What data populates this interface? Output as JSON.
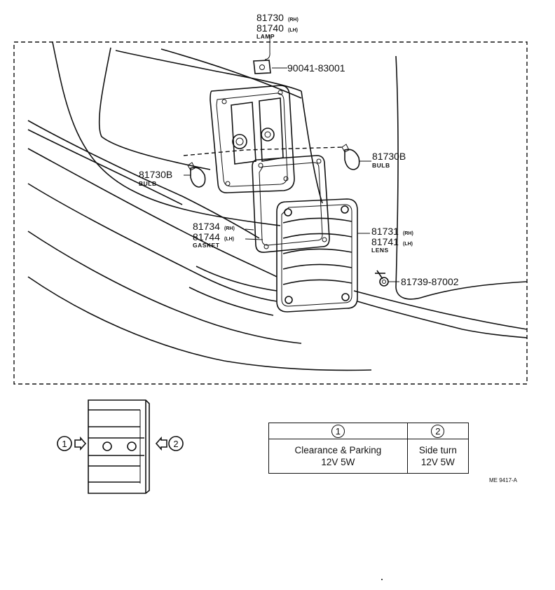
{
  "labels": {
    "lamp": {
      "rh": "81730",
      "rh_tag": "(RH)",
      "lh": "81740",
      "lh_tag": "(LH)",
      "name": "LAMP"
    },
    "screw_top": {
      "code": "90041-83001"
    },
    "bulb_right": {
      "code": "81730B",
      "name": "BULB"
    },
    "bulb_left": {
      "code": "81730B",
      "name": "BULB"
    },
    "gasket": {
      "rh": "81734",
      "rh_tag": "(RH)",
      "lh": "81744",
      "lh_tag": "(LH)",
      "name": "GASKET"
    },
    "lens": {
      "rh": "81731",
      "rh_tag": "(RH)",
      "lh": "81741",
      "lh_tag": "(LH)",
      "name": "LENS"
    },
    "screw_side": {
      "code": "81739-87002"
    }
  },
  "inset": {
    "marker_1": "1",
    "marker_2": "2"
  },
  "spec_table": {
    "headers": [
      "1",
      "2"
    ],
    "cells": [
      {
        "line1": "Clearance & Parking",
        "line2": "12V 5W"
      },
      {
        "line1": "Side turn",
        "line2": "12V 5W"
      }
    ]
  },
  "ref_code": "ME 9417-A"
}
